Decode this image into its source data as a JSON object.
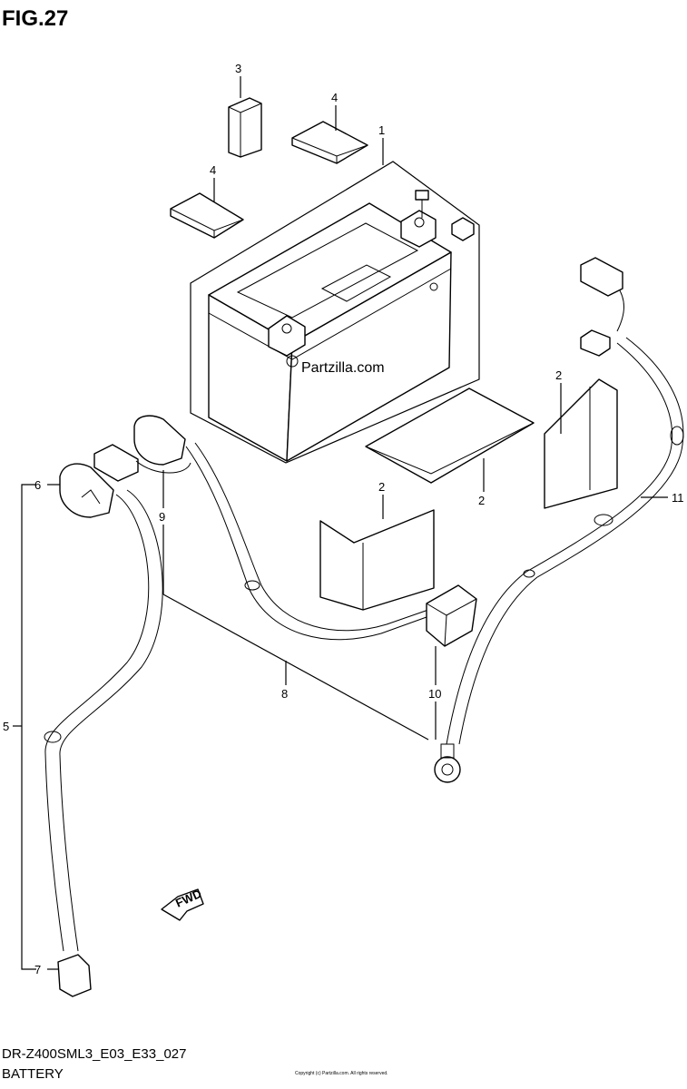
{
  "figure": {
    "title": "FIG.27",
    "model_code": "DR-Z400SML3_E03_E33_027",
    "section_name": "BATTERY",
    "watermark": "Partzilla.com",
    "copyright_fine_print": "Copyright (c) Partzilla.com. All rights reserved.",
    "fwd_label": "FWD"
  },
  "callouts": [
    {
      "id": "1",
      "text": "1"
    },
    {
      "id": "2a",
      "text": "2"
    },
    {
      "id": "2b",
      "text": "2"
    },
    {
      "id": "2c",
      "text": "2"
    },
    {
      "id": "3",
      "text": "3"
    },
    {
      "id": "4a",
      "text": "4"
    },
    {
      "id": "4b",
      "text": "4"
    },
    {
      "id": "5",
      "text": "5"
    },
    {
      "id": "6",
      "text": "6"
    },
    {
      "id": "7",
      "text": "7"
    },
    {
      "id": "8",
      "text": "8"
    },
    {
      "id": "9",
      "text": "9"
    },
    {
      "id": "10",
      "text": "10"
    },
    {
      "id": "11",
      "text": "11"
    }
  ]
}
